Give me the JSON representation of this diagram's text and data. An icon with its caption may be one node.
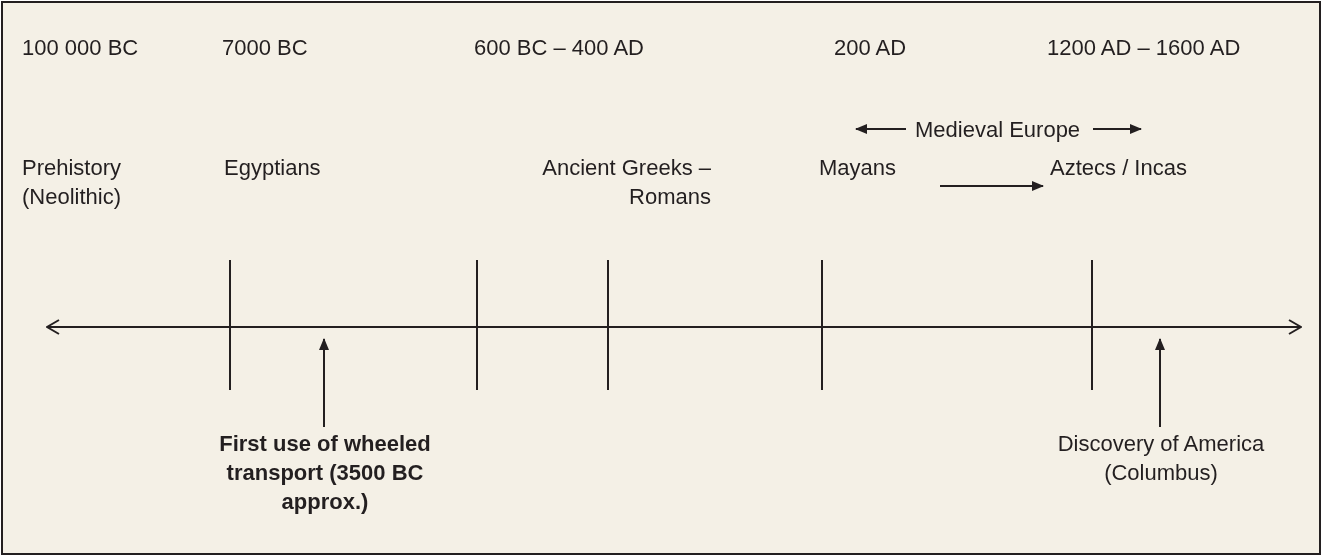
{
  "diagram": {
    "nodes": [
      {
        "text": [
          "First use of wheeled transport (3500 BC approx.)"
        ]
      },
      {
        "text": [
          "Discovery of America (Columbus)"
        ]
      }
    ],
    "edges": [
      {
        "from": 0,
        "to": null,
        "arrow": "to"
      },
      {
        "from": 1,
        "to": null,
        "arrow": "to"
      }
    ],
    "labels": [
      "100 000 BC",
      "7000 BC",
      "600 BC – 400 AD",
      "200 AD",
      "1200 AD – 1600 AD",
      "Medieval Europe",
      "Prehistory (Neolithic)",
      "Egyptians",
      "Ancient Greeks – Romans",
      "Mayans",
      "Aztecs / Incas"
    ]
  }
}
